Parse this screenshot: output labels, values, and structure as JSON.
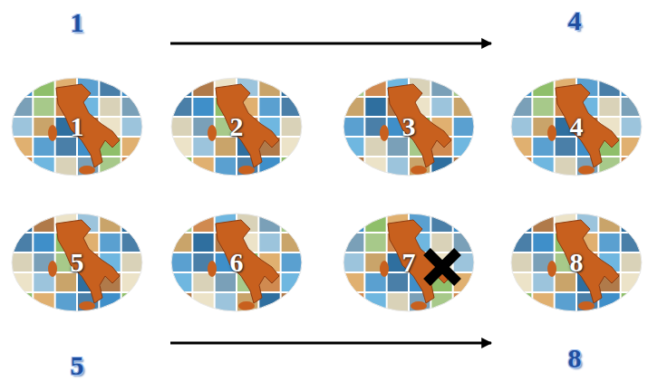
{
  "diagram": {
    "nodes": [
      {
        "text": [
          "1"
        ]
      },
      {
        "text": [
          "2"
        ]
      },
      {
        "text": [
          "3"
        ]
      },
      {
        "text": [
          "4"
        ]
      },
      {
        "text": [
          "5"
        ]
      },
      {
        "text": [
          "6"
        ]
      },
      {
        "text": [
          "7"
        ]
      },
      {
        "text": [
          "8"
        ]
      }
    ],
    "labels": [
      "1",
      "4",
      "5",
      "8"
    ]
  }
}
